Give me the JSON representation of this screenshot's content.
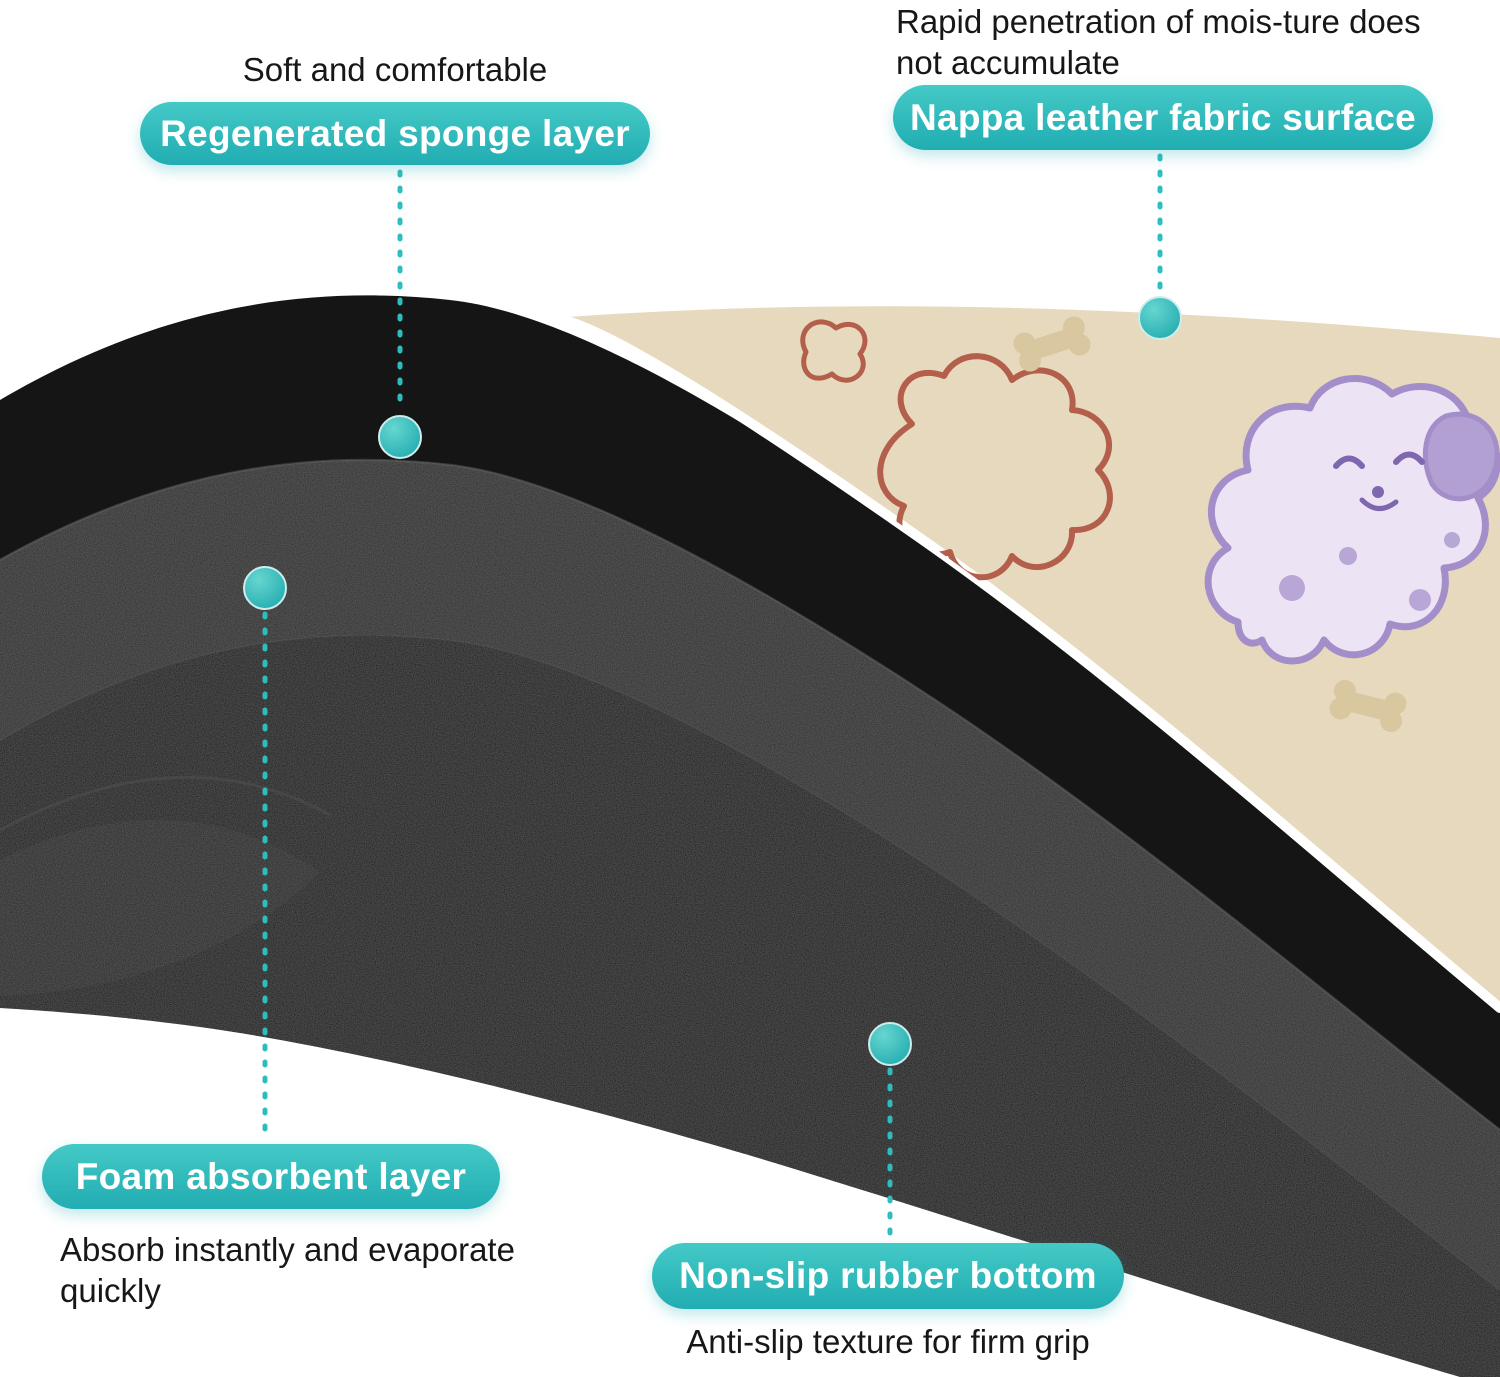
{
  "colors": {
    "accent_teal": "#2fbcbc",
    "pill_gradient_top": "#44c9c6",
    "pill_gradient_bottom": "#21adb2",
    "mat_top_layer": "#151515",
    "mat_foam_layer": "#272727",
    "mat_rubber_layer": "#0b0b0b",
    "fabric_beige": "#e9dcc0",
    "pattern_purple": "#a38ec9",
    "pattern_red": "#b35f4c",
    "pattern_bone": "#d9c7a0",
    "text_dark": "#171717",
    "edge_white": "#ffffff"
  },
  "callouts": {
    "sponge": {
      "caption": "Soft and comfortable",
      "label": "Regenerated sponge layer"
    },
    "fabric": {
      "caption": "Rapid penetration of mois-ture does not accumulate",
      "label": "Nappa leather fabric surface"
    },
    "foam": {
      "label": "Foam absorbent layer",
      "caption": "Absorb instantly and evaporate quickly"
    },
    "rubber": {
      "label": "Non-slip rubber bottom",
      "caption": "Anti-slip texture for firm grip"
    }
  }
}
